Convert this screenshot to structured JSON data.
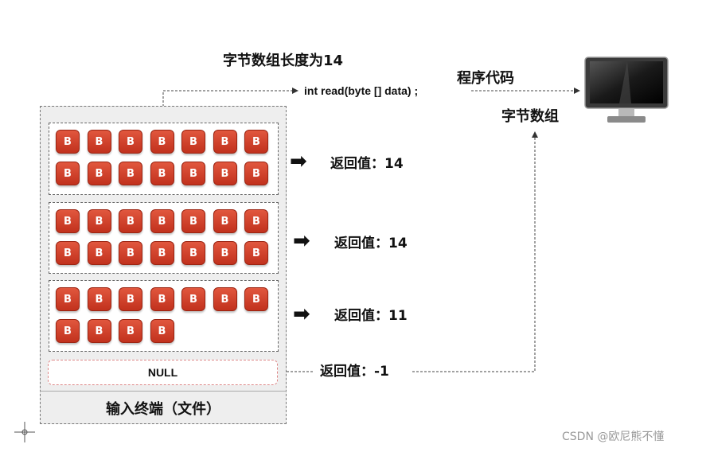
{
  "labels": {
    "byte_array_length": "字节数组长度为14",
    "code_line": "int read(byte [] data) ;",
    "program_code": "程序代码",
    "byte_array": "字节数组",
    "terminal": "输入终端（文件）",
    "null_label": "NULL",
    "watermark": "CSDN @欧尼熊不懂"
  },
  "byte_label": "B",
  "groups": [
    {
      "bytes": 14,
      "return": "返回值：14"
    },
    {
      "bytes": 14,
      "return": "返回值：14"
    },
    {
      "bytes": 11,
      "return": "返回值：11"
    }
  ],
  "end_return": "返回值：-1",
  "icons": {
    "arrow": "right-arrow-icon",
    "monitor": "monitor-icon"
  }
}
